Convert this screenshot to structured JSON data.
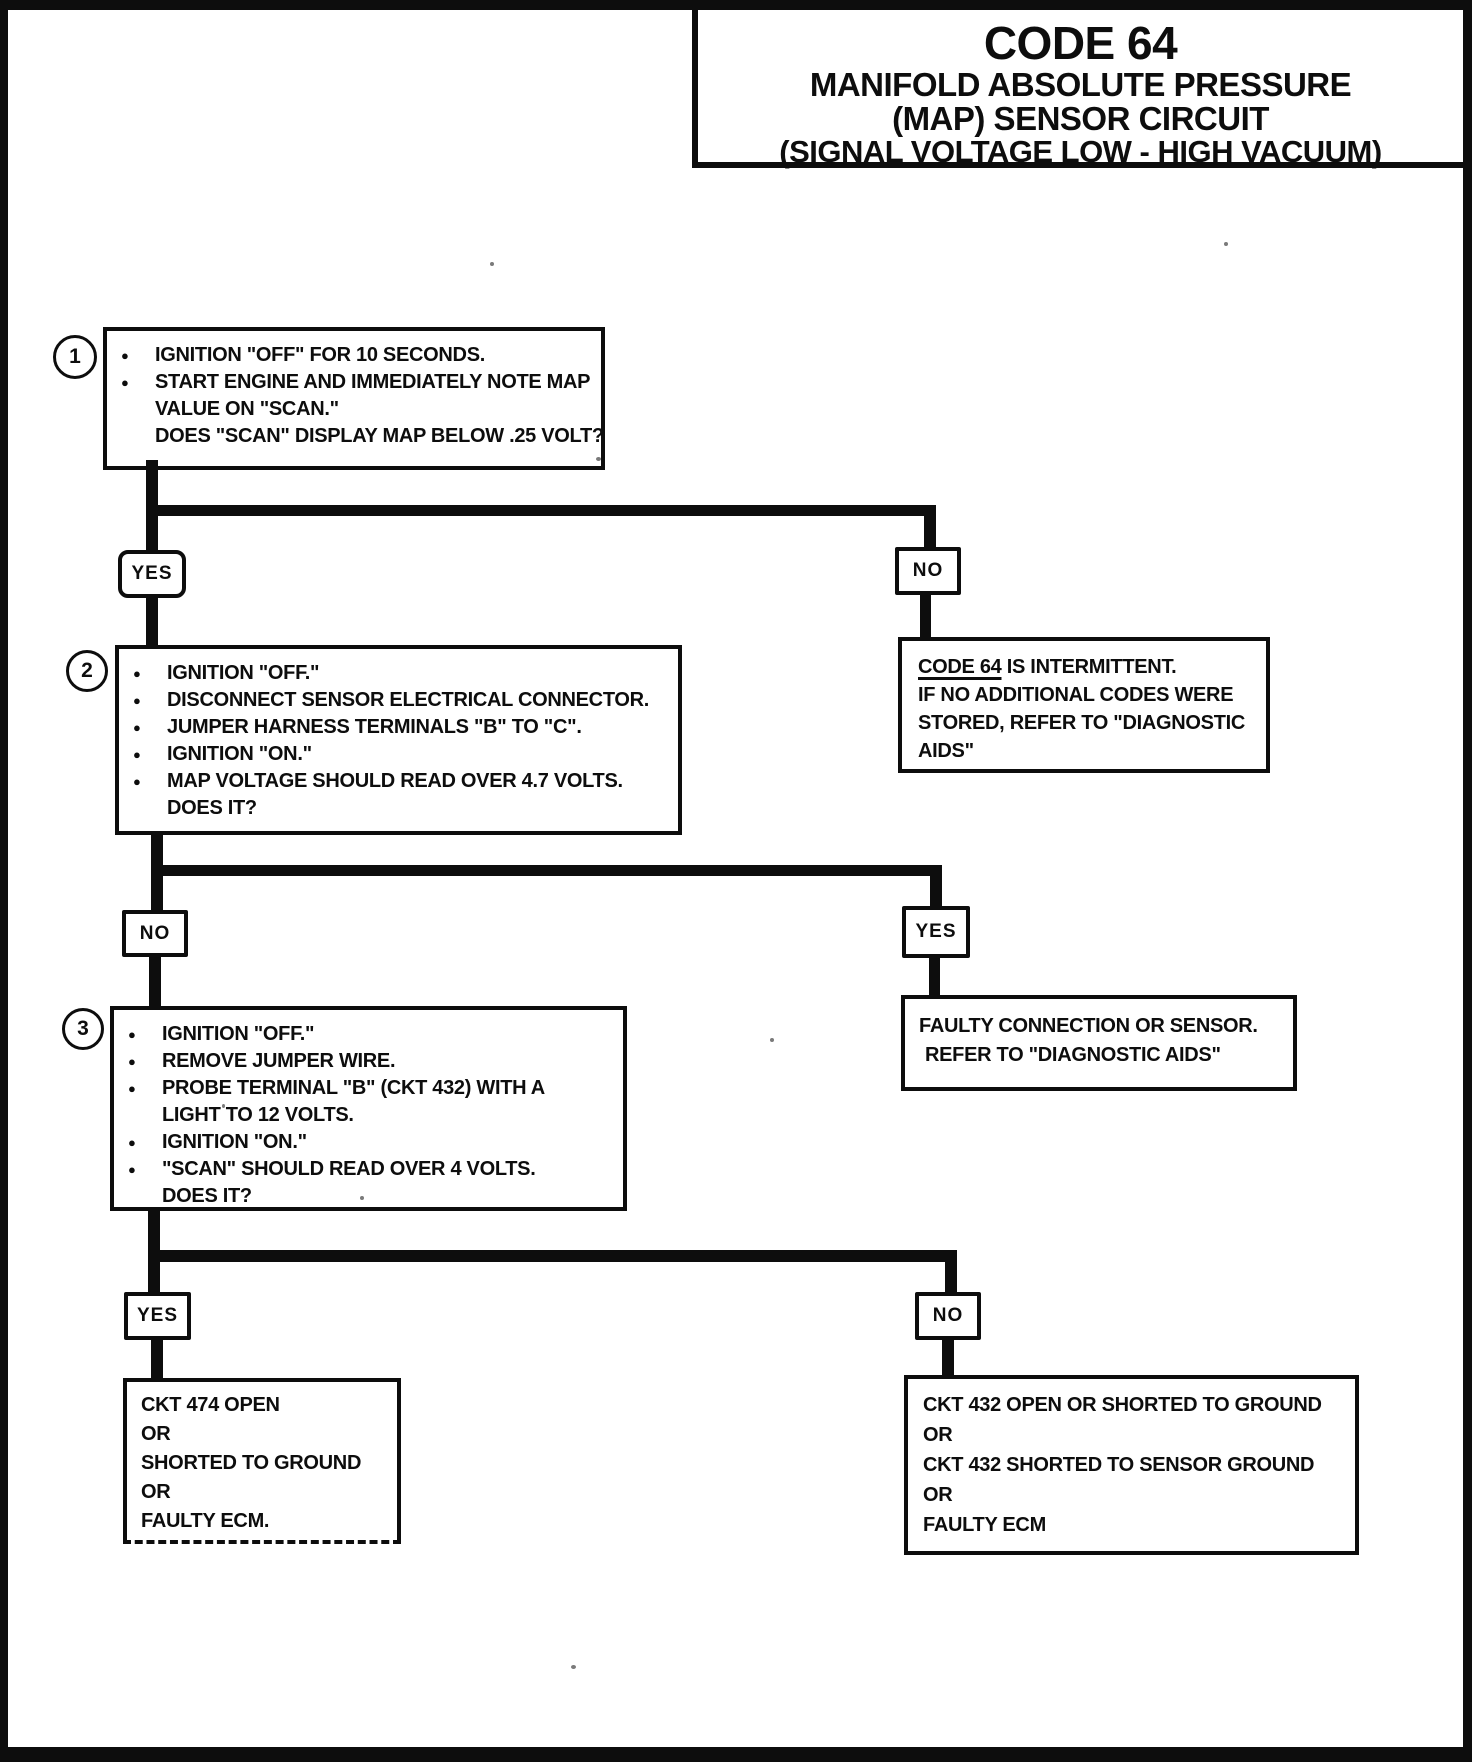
{
  "colors": {
    "ink": "#0d0d0d",
    "paper": "#ffffff"
  },
  "page": {
    "title": {
      "code": "CODE 64",
      "line2": "MANIFOLD ABSOLUTE PRESSURE",
      "line3": "(MAP) SENSOR CIRCUIT",
      "line4": "(SIGNAL VOLTAGE LOW - HIGH VACUUM)"
    }
  },
  "steps": [
    {
      "number": "1",
      "lines": [
        {
          "t": "IGNITION \"OFF\" FOR 10 SECONDS."
        },
        {
          "t": "START ENGINE AND IMMEDIATELY NOTE MAP"
        },
        {
          "t": "VALUE ON \"SCAN.\""
        },
        {
          "t": "DOES \"SCAN\" DISPLAY MAP BELOW .25 VOLT?"
        }
      ]
    },
    {
      "number": "2",
      "lines": [
        {
          "t": "IGNITION \"OFF.\""
        },
        {
          "t": "DISCONNECT SENSOR ELECTRICAL CONNECTOR."
        },
        {
          "t": "JUMPER HARNESS TERMINALS \"B\" TO \"C\"."
        },
        {
          "t": "IGNITION \"ON.\""
        },
        {
          "t": "MAP VOLTAGE SHOULD READ OVER 4.7 VOLTS."
        },
        {
          "t": "DOES IT?"
        }
      ]
    },
    {
      "number": "3",
      "lines": [
        {
          "t": "IGNITION \"OFF.\""
        },
        {
          "t": "REMOVE JUMPER WIRE."
        },
        {
          "t": "PROBE TERMINAL \"B\" (CKT 432) WITH A"
        },
        {
          "t": "LIGHT TO 12 VOLTS."
        },
        {
          "t": "IGNITION \"ON.\""
        },
        {
          "t": "\"SCAN\" SHOULD READ OVER 4 VOLTS."
        },
        {
          "t": "DOES IT?"
        }
      ]
    }
  ],
  "branches": [
    {
      "left": "YES",
      "right": "NO"
    },
    {
      "left": "NO",
      "right": "YES"
    },
    {
      "left": "YES",
      "right": "NO"
    }
  ],
  "outcomes": {
    "intermittent": {
      "underlined": "CODE 64",
      "line1_rest": " IS INTERMITTENT.",
      "line2": "IF NO ADDITIONAL CODES WERE",
      "line3": "STORED, REFER TO \"DIAGNOSTIC",
      "line4": "AIDS\""
    },
    "faulty_sensor": {
      "line1": "FAULTY CONNECTION OR SENSOR.",
      "line2": "REFER TO \"DIAGNOSTIC AIDS\""
    },
    "ckt474": {
      "line1": "CKT 474 OPEN",
      "line2": "OR",
      "line3": "SHORTED TO GROUND",
      "line4": "OR",
      "line5": "FAULTY ECM."
    },
    "ckt432": {
      "line1": "CKT 432 OPEN OR SHORTED TO GROUND",
      "line2": "OR",
      "line3": "CKT 432 SHORTED TO SENSOR GROUND",
      "line4": "OR",
      "line5": "FAULTY ECM"
    }
  }
}
